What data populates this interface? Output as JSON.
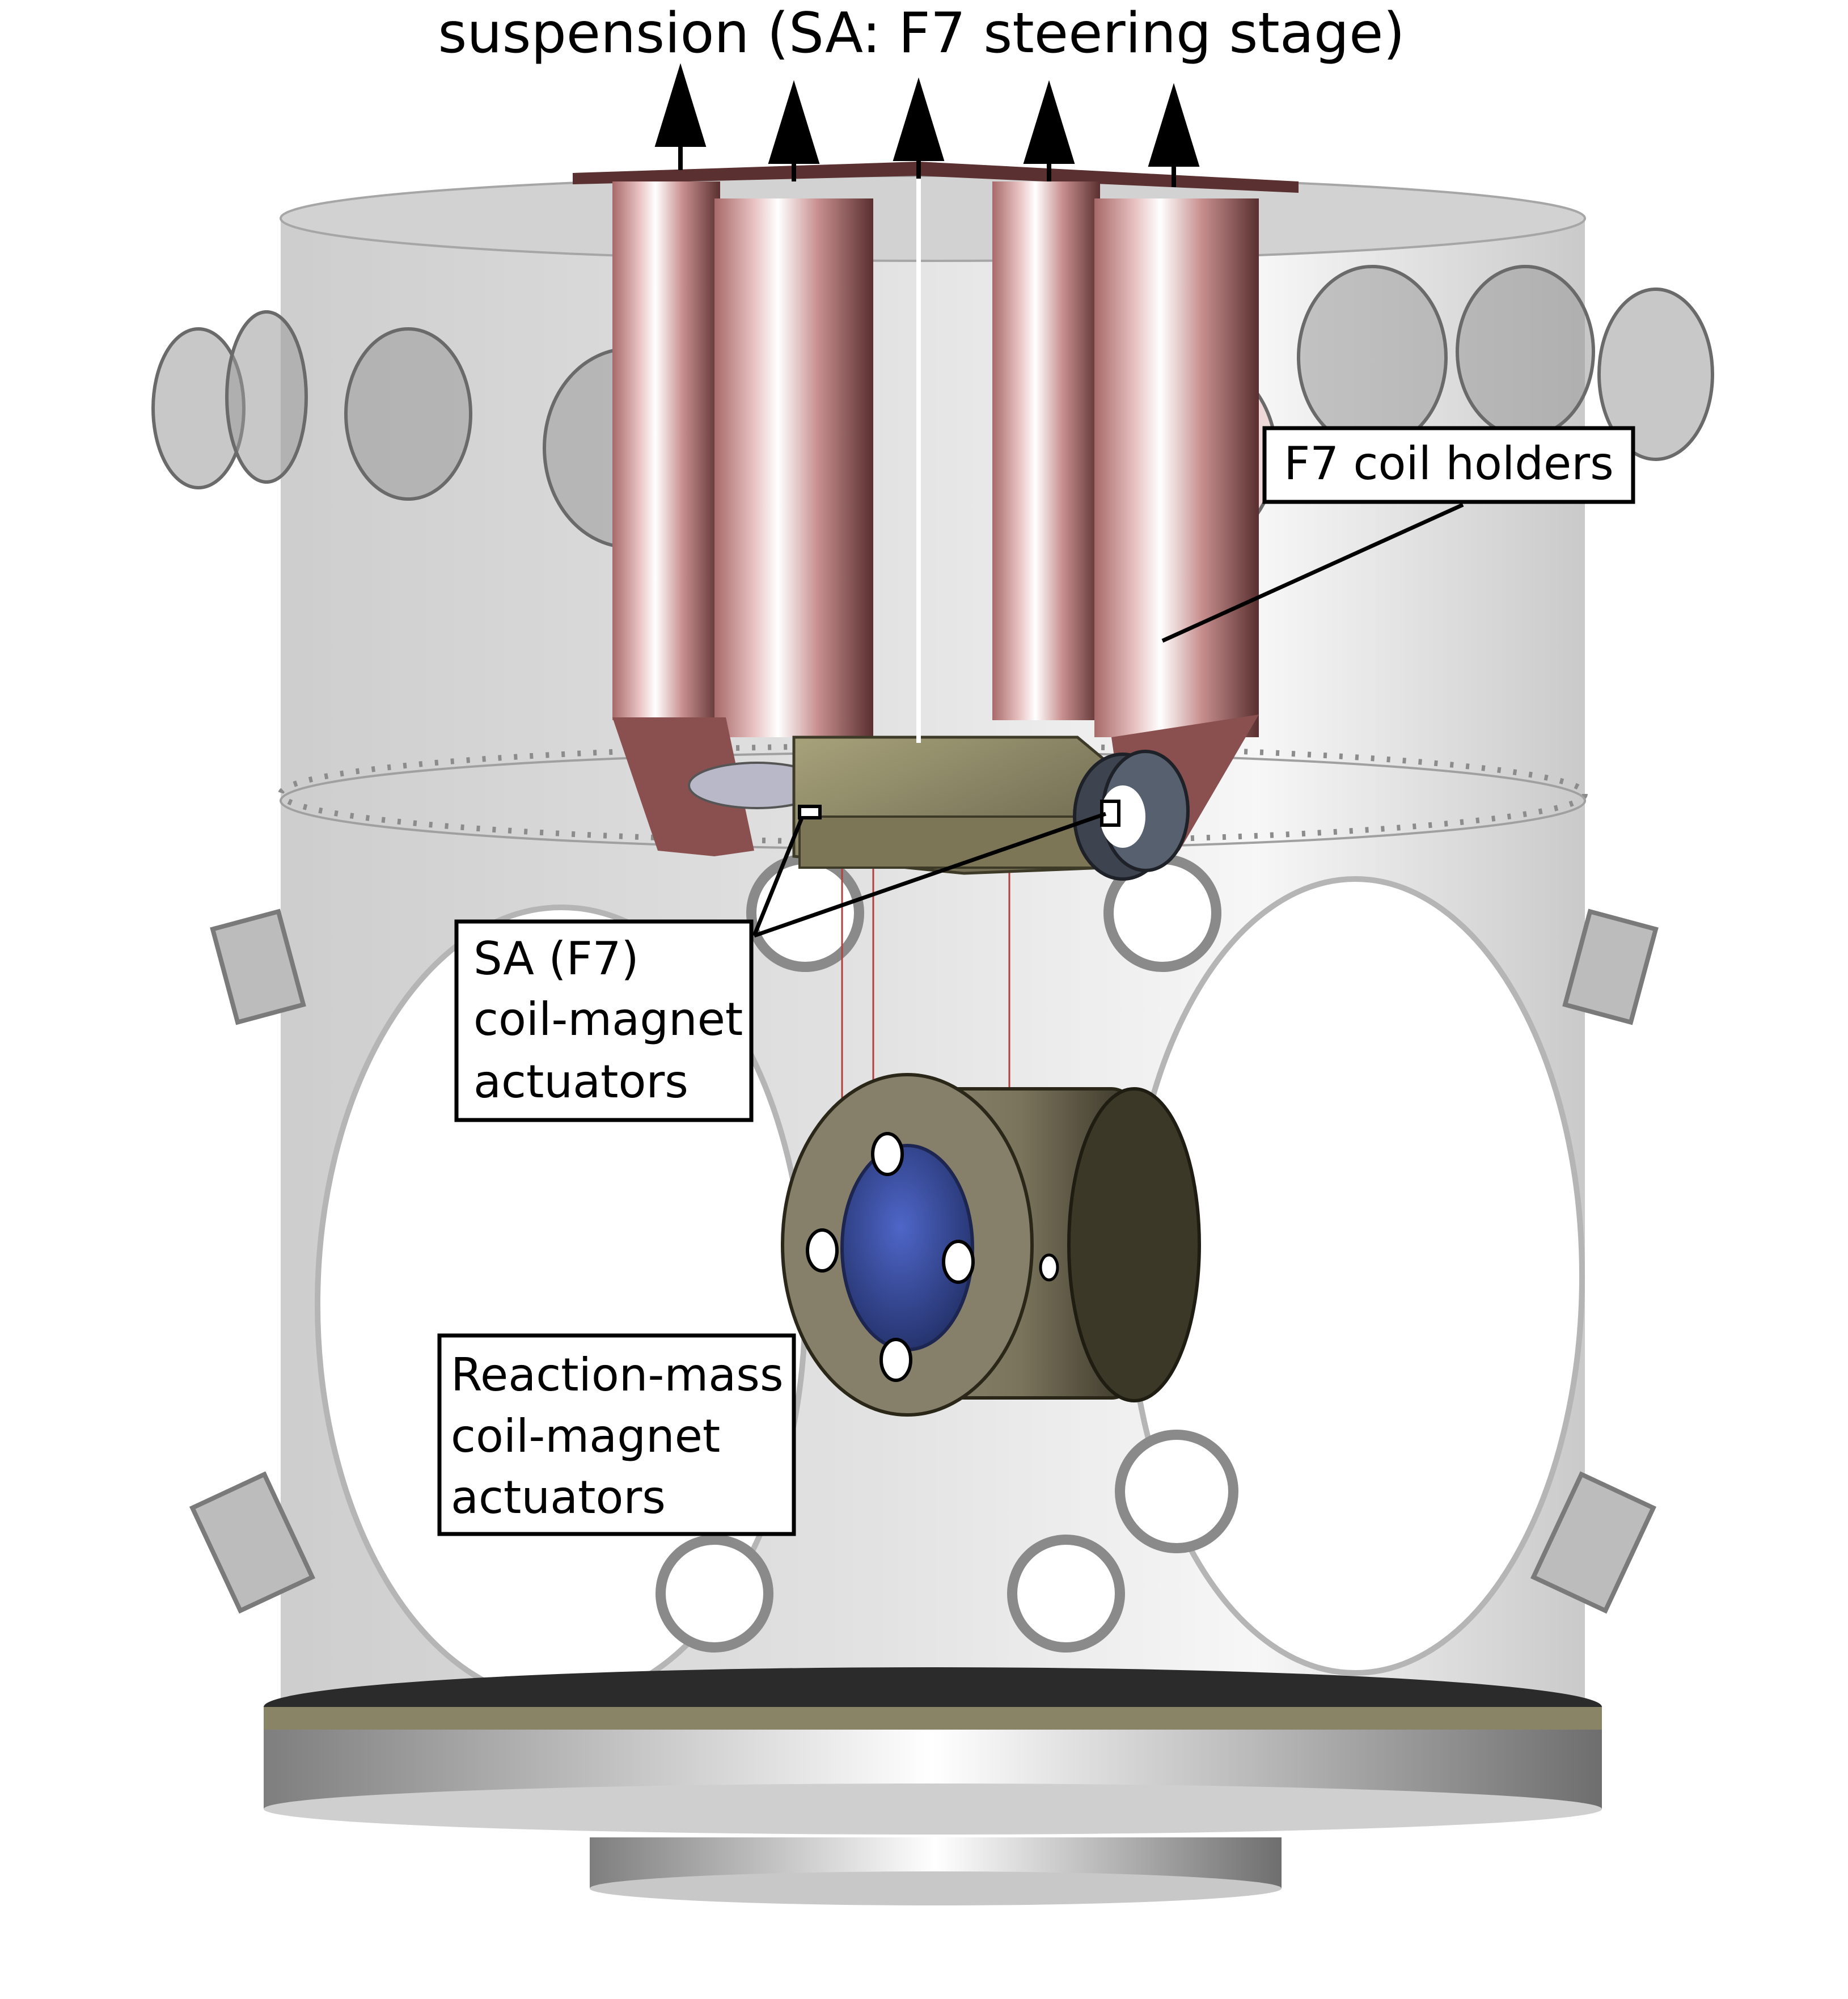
{
  "figure": {
    "title": "suspension (SA: F7 steering stage)",
    "labels": {
      "coil_holders": "F7 coil holders",
      "sa_actuators": [
        "SA (F7)",
        "coil-magnet",
        "actuators"
      ],
      "rm_actuators": [
        "Reaction-mass",
        "coil-magnet",
        "actuators"
      ]
    }
  },
  "colors": {
    "vessel": "#c9c9c9",
    "coil_holder": "#b97c7c",
    "reaction_mass": "#6f6a55",
    "mirror": "#3b4fa0",
    "base_ring": "#8a8466"
  }
}
